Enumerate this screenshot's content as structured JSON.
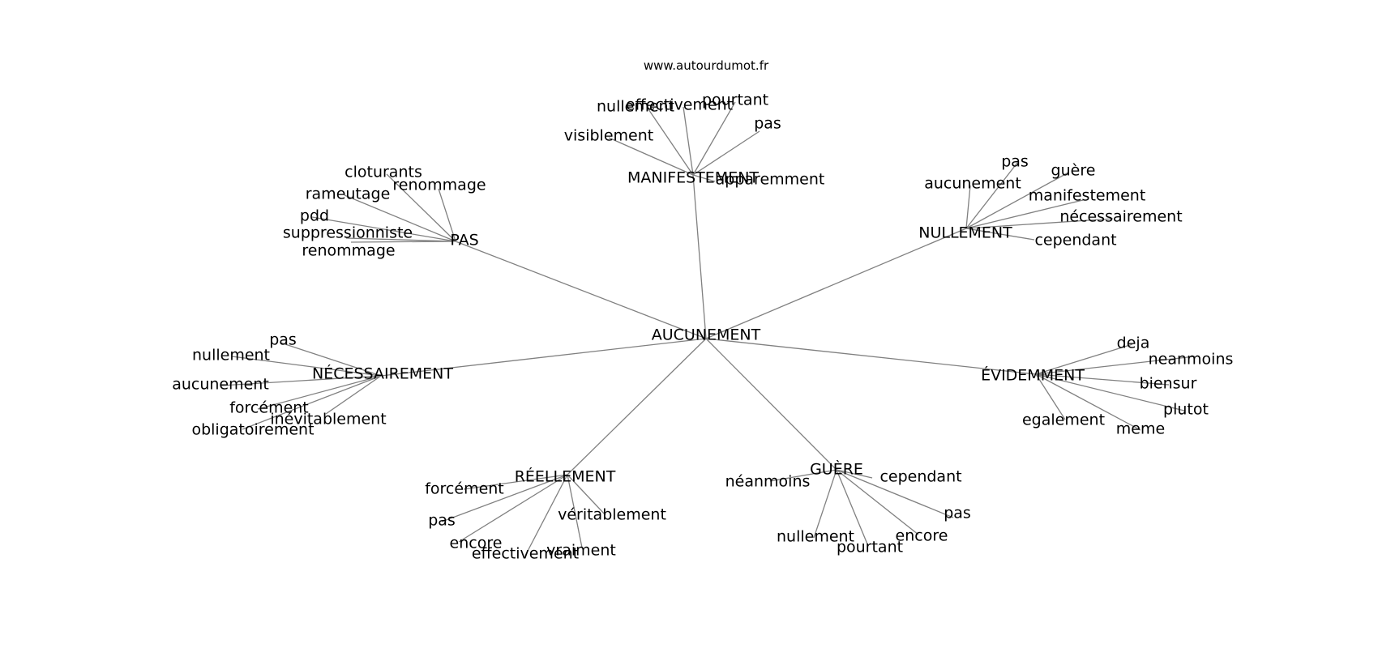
{
  "header": {
    "site": "www.autourdumot.fr"
  },
  "colors": {
    "edge": "#808080",
    "text": "#000000",
    "background": "#ffffff"
  },
  "graph": {
    "root": "AUCUNEMENT",
    "hubs": [
      {
        "label": "MANIFESTEMENT",
        "leaves": [
          "nullement",
          "effectivement",
          "pourtant",
          "pas",
          "visiblement",
          "apparemment"
        ]
      },
      {
        "label": "PAS",
        "leaves": [
          "cloturants",
          "renommage",
          "rameutage",
          "pdd",
          "suppressionniste",
          "renommage"
        ]
      },
      {
        "label": "NULLEMENT",
        "leaves": [
          "pas",
          "guère",
          "aucunement",
          "manifestement",
          "nécessairement",
          "cependant"
        ]
      },
      {
        "label": "NÉCESSAIREMENT",
        "leaves": [
          "pas",
          "nullement",
          "aucunement",
          "forcément",
          "inévitablement",
          "obligatoirement"
        ]
      },
      {
        "label": "ÉVIDEMMENT",
        "leaves": [
          "deja",
          "neanmoins",
          "biensur",
          "plutot",
          "egalement",
          "meme"
        ]
      },
      {
        "label": "RÉELLEMENT",
        "leaves": [
          "forcément",
          "pas",
          "véritablement",
          "encore",
          "effectivement",
          "vraiment"
        ]
      },
      {
        "label": "GUÈRE",
        "leaves": [
          "néanmoins",
          "cependant",
          "pas",
          "nullement",
          "pourtant",
          "encore"
        ]
      }
    ]
  }
}
